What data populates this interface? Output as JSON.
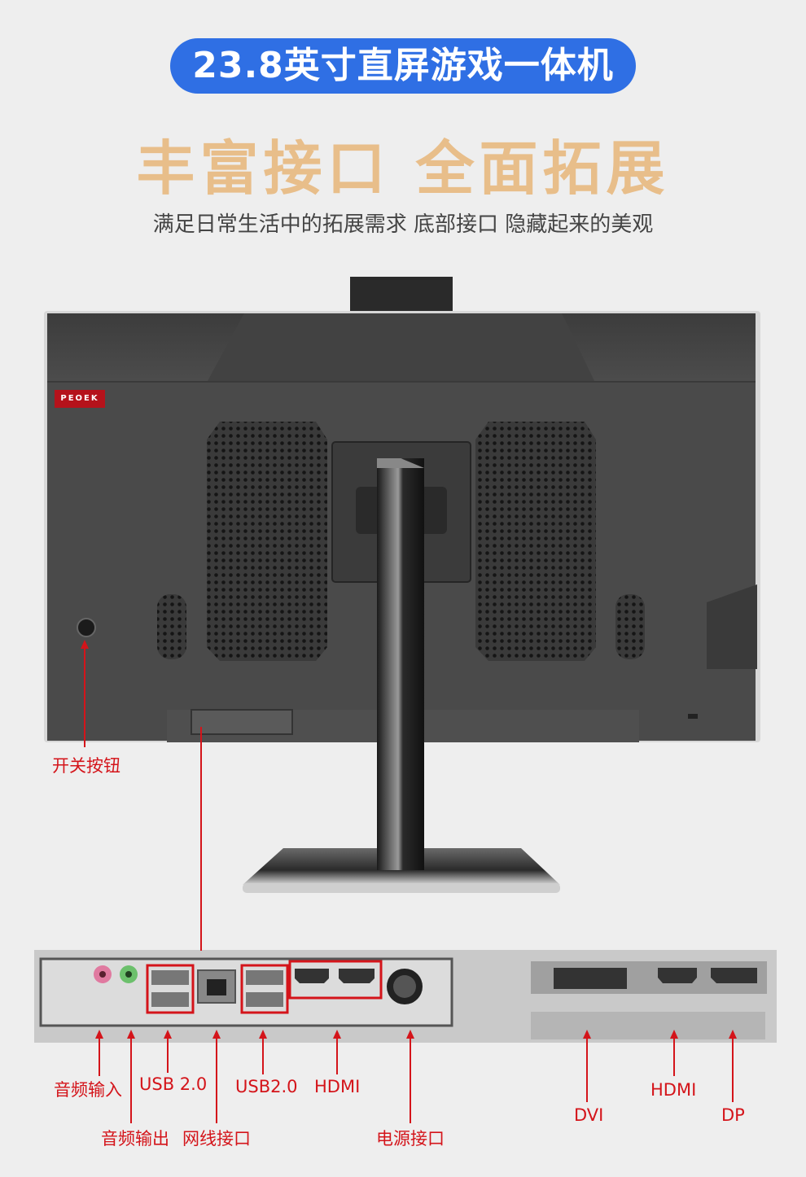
{
  "header": {
    "badge": "23.8英寸直屏游戏一体机",
    "headline": "丰富接口 全面拓展",
    "subtitle": "满足日常生活中的拓展需求 底部接口 隐藏起来的美观"
  },
  "product": {
    "brand_logo": "PEOEK"
  },
  "callouts": {
    "power_button": "开关按钮",
    "audio_in": "音频输入",
    "usb2_left": "USB 2.0",
    "usb2_right": "USB2.0",
    "hdmi_board": "HDMI",
    "audio_out": "音频输出",
    "lan_port": "网线接口",
    "power_port": "电源接口",
    "dvi": "DVI",
    "hdmi_gpu": "HDMI",
    "dp": "DP"
  },
  "colors": {
    "badge_bg": "#2f6fe4",
    "headline": "#e8be8a",
    "callout": "#d4141a",
    "monitor_body": "#4a4a4a"
  }
}
